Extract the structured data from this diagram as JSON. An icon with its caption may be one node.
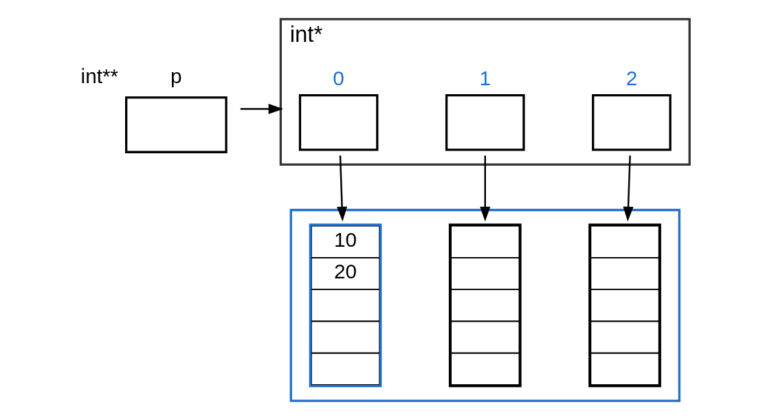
{
  "diagram": {
    "nodes": [
      {
        "text": [
          "p"
        ],
        "beside": [
          "int**"
        ]
      },
      {
        "text": [
          "int*"
        ]
      },
      {
        "text": [
          "0"
        ],
        "in": 1
      },
      {
        "text": [
          "1"
        ],
        "in": 1
      },
      {
        "text": [
          "2"
        ],
        "in": 1
      },
      {
        "text": [],
        "shape": "box"
      },
      {
        "text": [
          "10",
          "20"
        ],
        "in": 5
      },
      {
        "text": [],
        "shape": "box",
        "in": 5
      },
      {
        "text": [],
        "shape": "box",
        "in": 5
      }
    ],
    "edges": [
      {
        "from": 0,
        "to": 1,
        "arrow": "to"
      },
      {
        "from": 2,
        "to": 6,
        "arrow": "to"
      },
      {
        "from": 3,
        "to": 7,
        "arrow": "to"
      },
      {
        "from": 4,
        "to": 8,
        "arrow": "to"
      }
    ]
  }
}
